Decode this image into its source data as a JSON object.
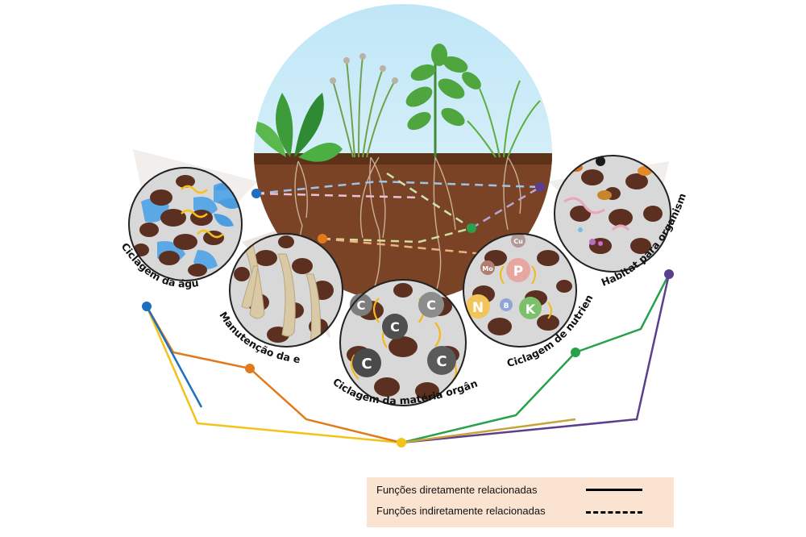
{
  "labels": {
    "water": "Ciclagem da água",
    "structure": "Manutenção da estrutura",
    "organic": "Ciclagem da matéria orgânica",
    "nutrients": "Ciclagem de nutrientes",
    "habitat": "Habitat para organismos"
  },
  "nutrient_symbols": [
    "Cu",
    "Mo",
    "P",
    "N",
    "B",
    "K"
  ],
  "carbon_symbol": "C",
  "legend": {
    "direct": "Funções diretamente relacionadas",
    "indirect": "Funções indiretamente relacionadas"
  },
  "colors": {
    "water": "#1f6fc0",
    "structure": "#e07a1a",
    "organic": "#f2c318",
    "nutrients": "#27a14a",
    "habitat": "#5b3f8c",
    "soil": "#7a4326",
    "legend_bg": "#fbe3d2"
  }
}
